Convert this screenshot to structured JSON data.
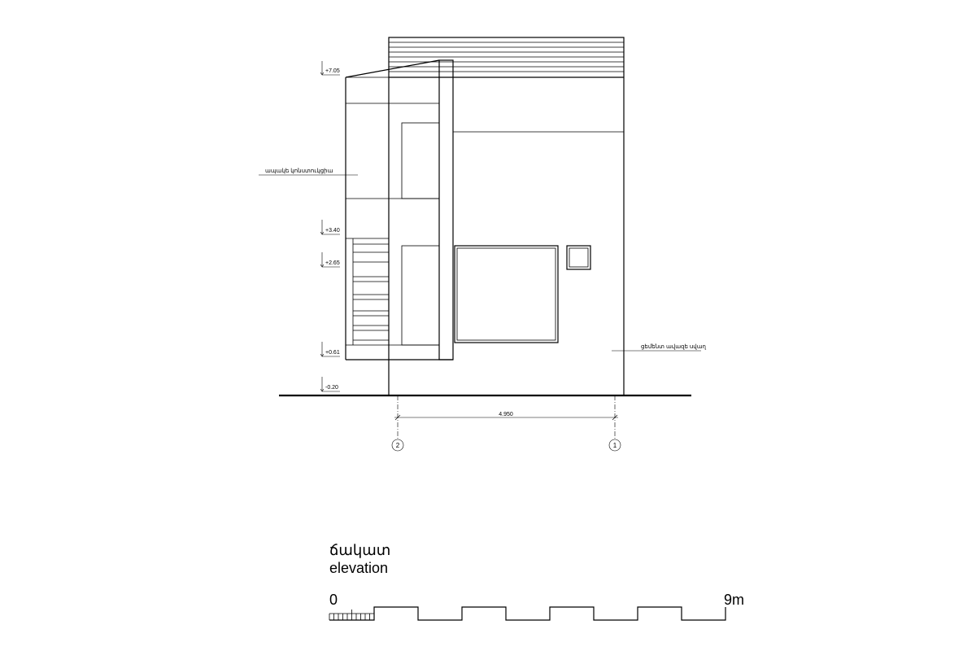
{
  "levels": {
    "l705": "+7.05",
    "l340": "+3.40",
    "l265": "+2.65",
    "l061": "+0.61",
    "l020": "-0.20"
  },
  "notes": {
    "structure": "ապակե կոնստուկցիա",
    "wall": "ցեմենտ ավազե սվաղ"
  },
  "dimension": "4.950",
  "axes": {
    "left": "2",
    "right": "1"
  },
  "title": {
    "hy": "ճակատ",
    "en": "elevation"
  },
  "scale": {
    "start": "0",
    "end": "9m"
  }
}
